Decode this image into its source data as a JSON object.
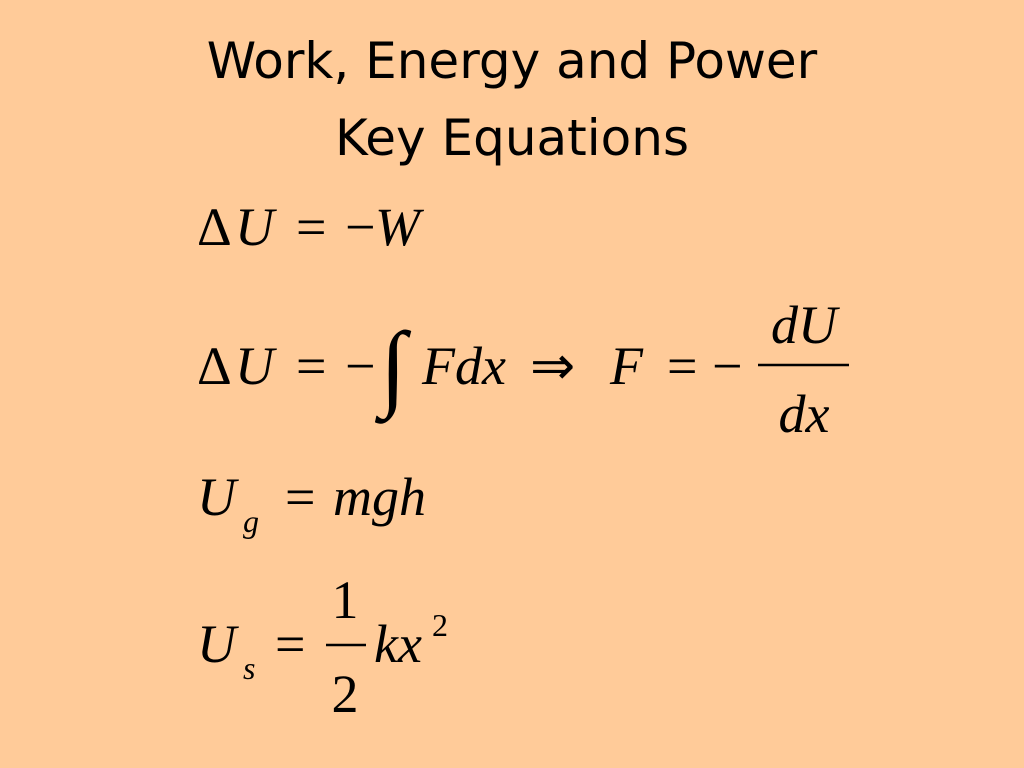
{
  "slide": {
    "background": "#FFCB99",
    "title_line_1": "Work, Energy and Power",
    "title_line_2": "Key Equations"
  },
  "equations": {
    "eq1": {
      "delta": "Δ",
      "lhs_var": "U",
      "equals": "=",
      "minus": "−",
      "rhs_var": "W"
    },
    "eq2": {
      "delta": "Δ",
      "lhs_var": "U",
      "equals": "=",
      "minus": "−",
      "integral": "∫",
      "integrand": "Fdx",
      "implies": "⇒",
      "force_var": "F",
      "equals_2": "=",
      "minus_2": "−",
      "frac_num": "dU",
      "frac_den": "dx"
    },
    "eq3": {
      "var": "U",
      "subscript": "g",
      "equals": "=",
      "rhs": "mgh"
    },
    "eq4": {
      "var": "U",
      "subscript": "s",
      "equals": "=",
      "frac_num": "1",
      "frac_den": "2",
      "rhs": "kx",
      "exponent": "2"
    }
  }
}
